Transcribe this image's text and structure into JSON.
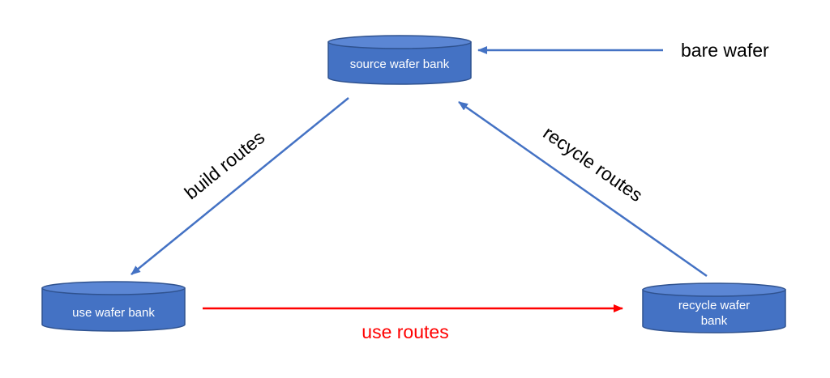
{
  "nodes": {
    "source": {
      "label": "source wafer bank"
    },
    "use": {
      "label": "use wafer bank"
    },
    "recycle": {
      "label_line1": "recycle wafer",
      "label_line2": "bank"
    }
  },
  "edges": {
    "bare_wafer": {
      "label": "bare wafer"
    },
    "build_routes": {
      "label": "build routes"
    },
    "recycle_routes": {
      "label": "recycle routes"
    },
    "use_routes": {
      "label": "use routes"
    }
  },
  "colors": {
    "node_fill": "#4472c4",
    "node_stroke": "#2f528f",
    "node_top": "#5b86d4",
    "blue_arrow": "#4472c4",
    "red_arrow": "#ff0000",
    "label_text": "#000000",
    "red_label_text": "#ff0000"
  }
}
